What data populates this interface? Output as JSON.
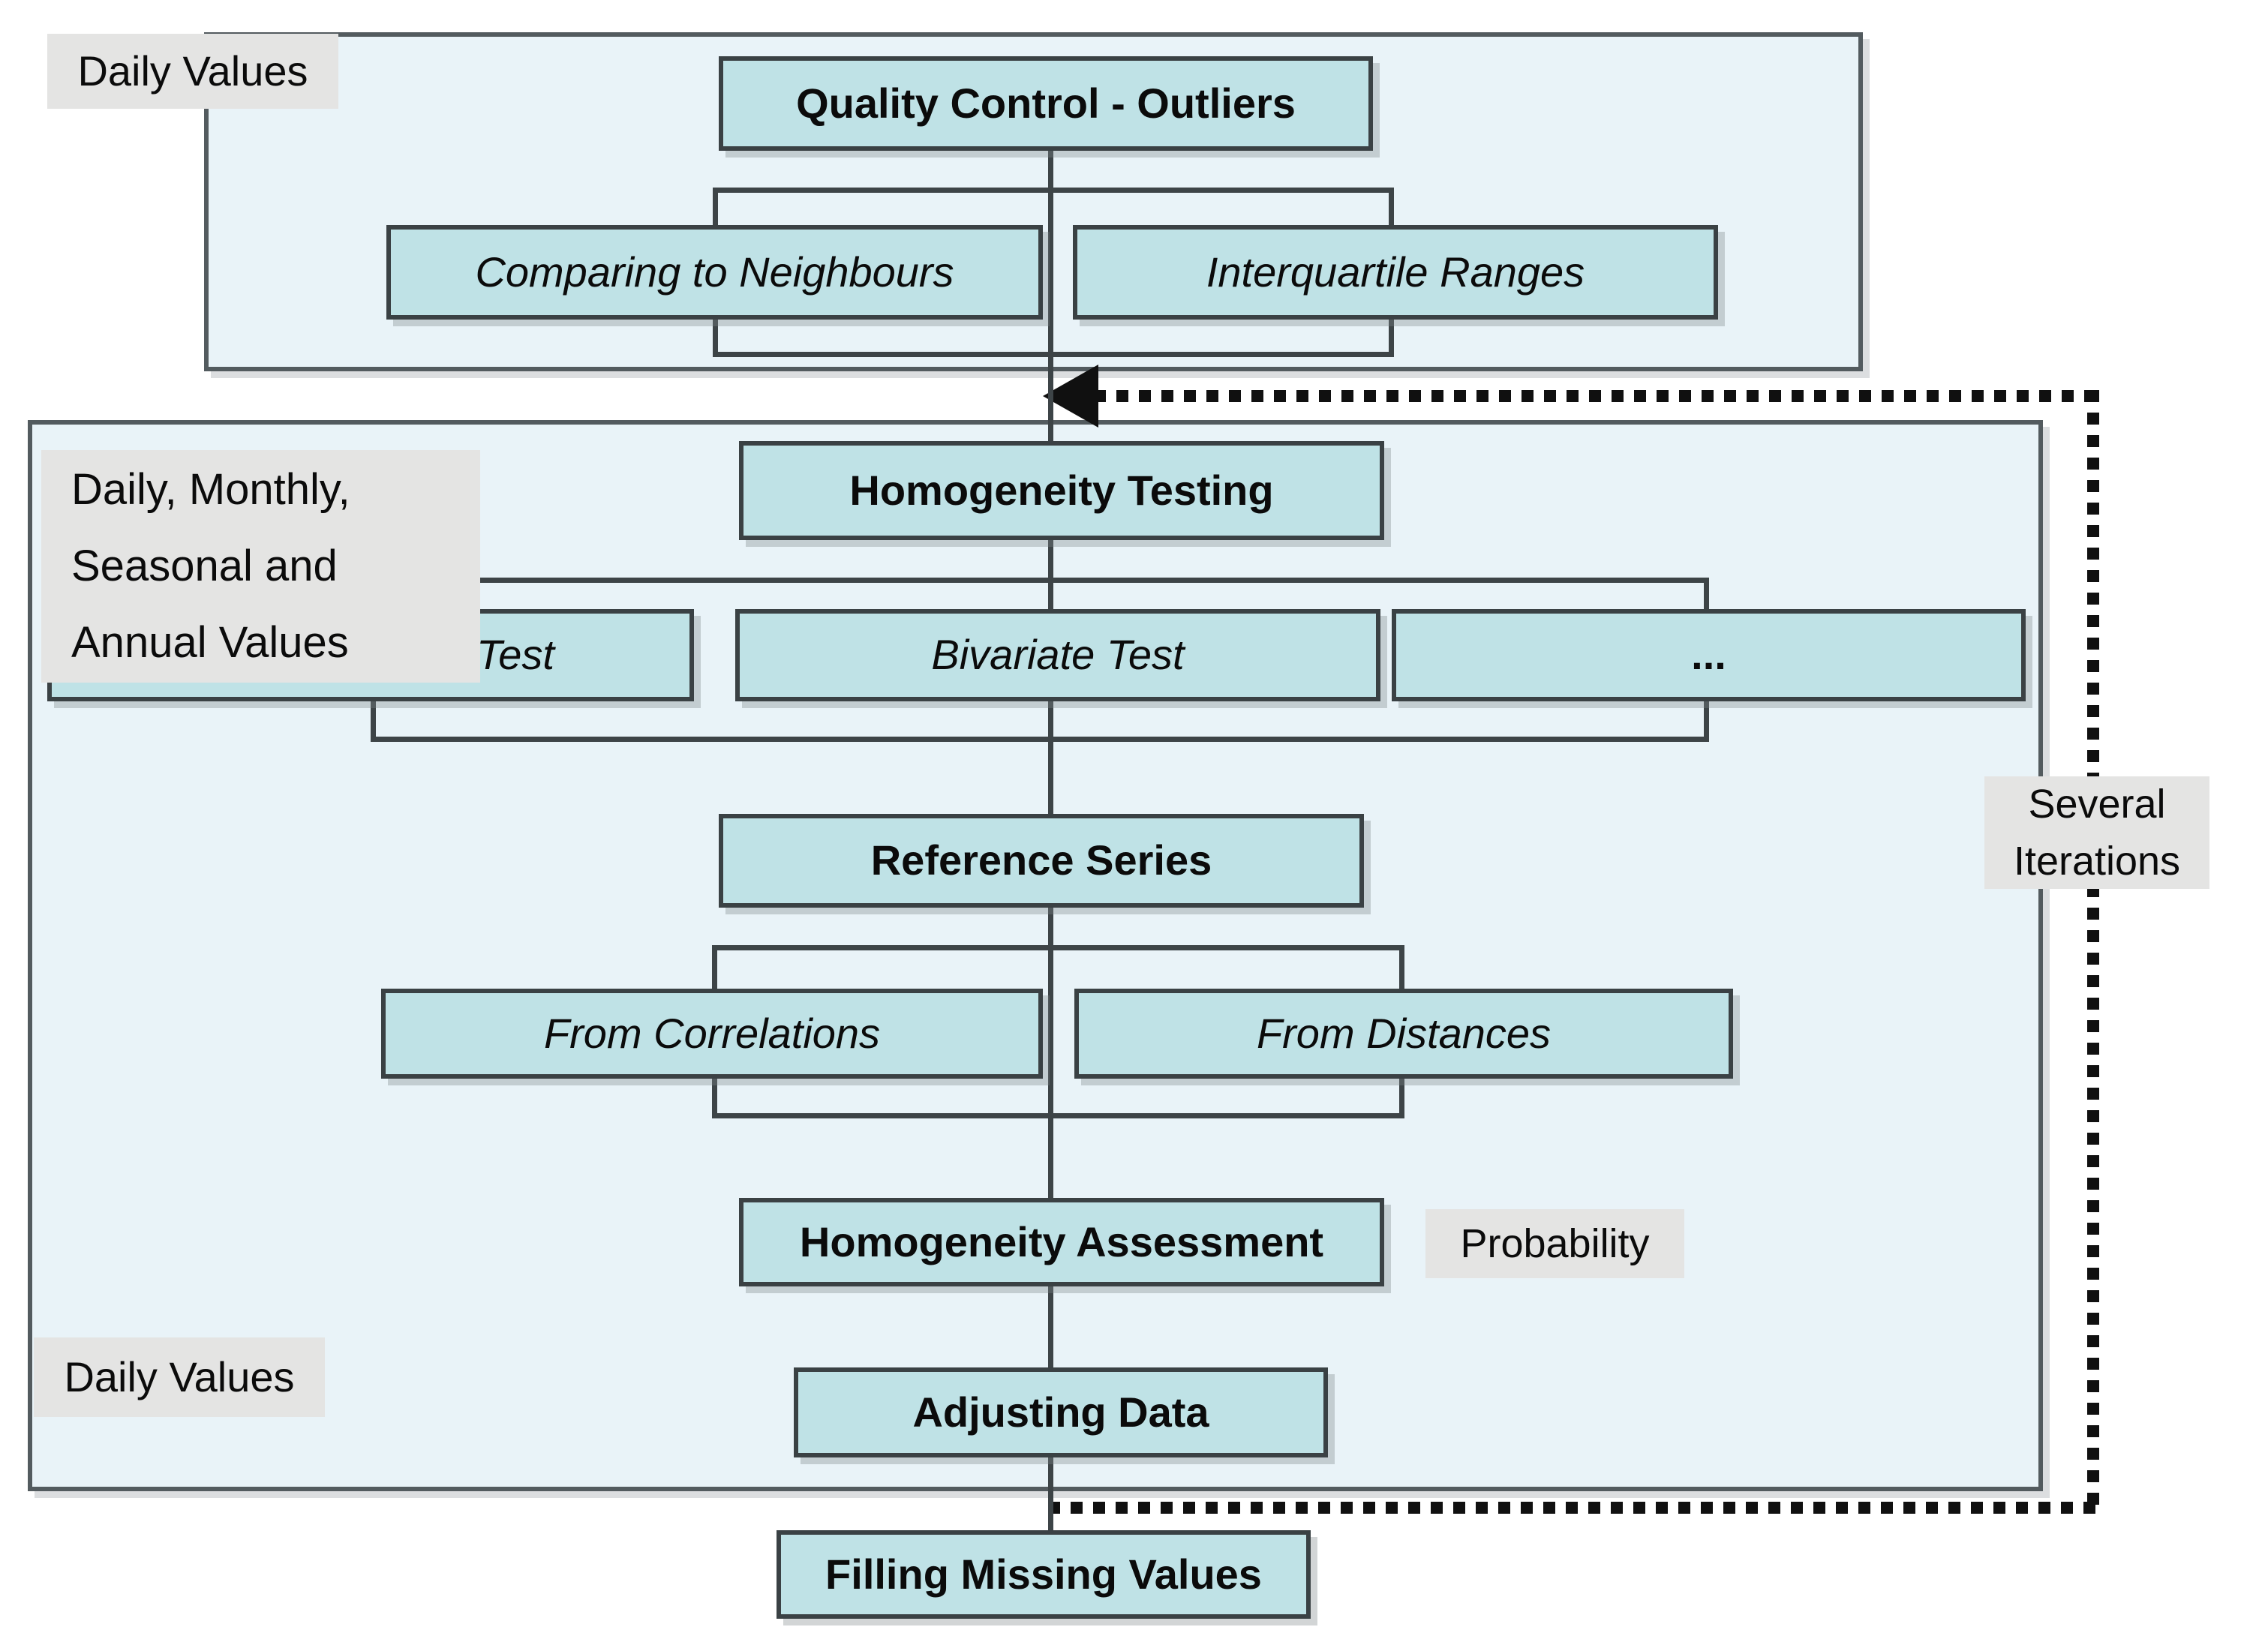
{
  "colors": {
    "page_bg": "#ffffff",
    "container_fill": "#e9f3f8",
    "container_border": "#535b5f",
    "node_fill": "#bfe2e6",
    "node_border": "#3a4144",
    "label_bg": "#e4e4e3",
    "text": "#0b0b0b",
    "loop": "#101010",
    "connector": "#3d4447"
  },
  "labels": {
    "daily_values_top": "Daily Values",
    "multi_timescale": "Daily, Monthly,\nSeasonal and\nAnnual Values",
    "several_iterations": "Several\nIterations",
    "probability": "Probability",
    "daily_values_bottom": "Daily Values"
  },
  "nodes": {
    "quality_control": {
      "label": "Quality Control - Outliers"
    },
    "comparing_neighbours": {
      "label": "Comparing to Neighbours"
    },
    "interquartile_ranges": {
      "label": "Interquartile Ranges"
    },
    "homogeneity_testing": {
      "label": "Homogeneity Testing"
    },
    "alexandersson_test": {
      "label": "Alexandersson Test"
    },
    "bivariate_test": {
      "label": "Bivariate Test"
    },
    "more_tests": {
      "label": "..."
    },
    "reference_series": {
      "label": "Reference Series"
    },
    "from_correlations": {
      "label": "From Correlations"
    },
    "from_distances": {
      "label": "From Distances"
    },
    "homogeneity_assessment": {
      "label": "Homogeneity Assessment"
    },
    "adjusting_data": {
      "label": "Adjusting Data"
    },
    "filling_missing_values": {
      "label": "Filling Missing Values"
    }
  }
}
